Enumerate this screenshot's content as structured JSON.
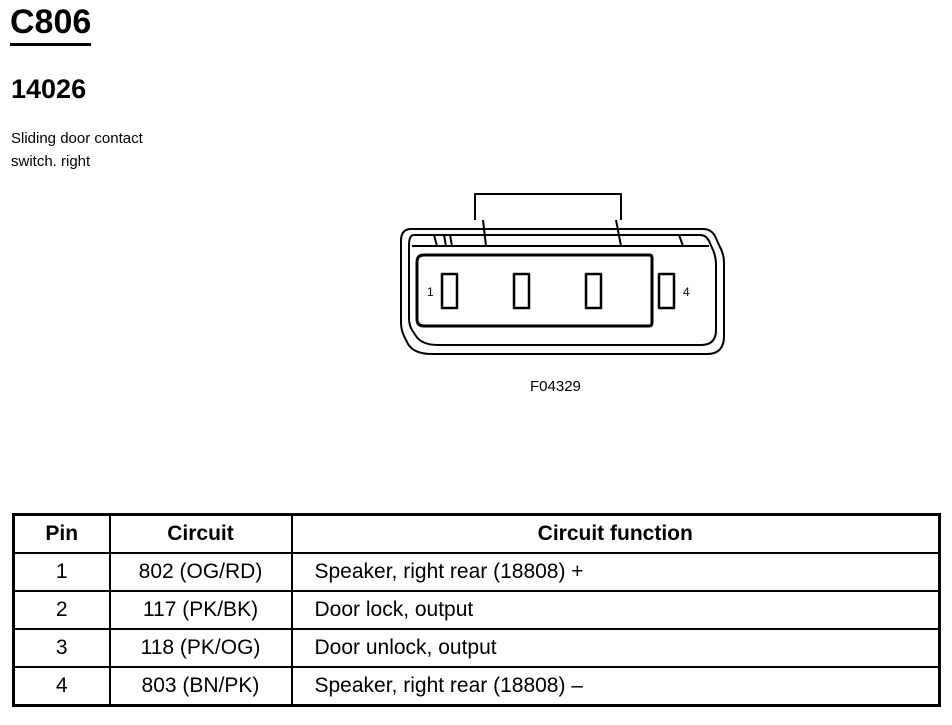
{
  "connector_id": "C806",
  "part_number": "14026",
  "description_lines": [
    "Sliding door contact",
    "switch. right"
  ],
  "figure": {
    "pin_label_left": "1",
    "pin_label_right": "4",
    "code": "F04329"
  },
  "table": {
    "headers": {
      "pin": "Pin",
      "circuit": "Circuit",
      "function": "Circuit function"
    },
    "rows": [
      {
        "pin": "1",
        "circuit": "802 (OG/RD)",
        "function": "Speaker, right rear (18808) +"
      },
      {
        "pin": "2",
        "circuit": "117 (PK/BK)",
        "function": "Door lock, output"
      },
      {
        "pin": "3",
        "circuit": "118 (PK/OG)",
        "function": "Door unlock, output"
      },
      {
        "pin": "4",
        "circuit": "803 (BN/PK)",
        "function": "Speaker, right rear (18808) –"
      }
    ]
  }
}
